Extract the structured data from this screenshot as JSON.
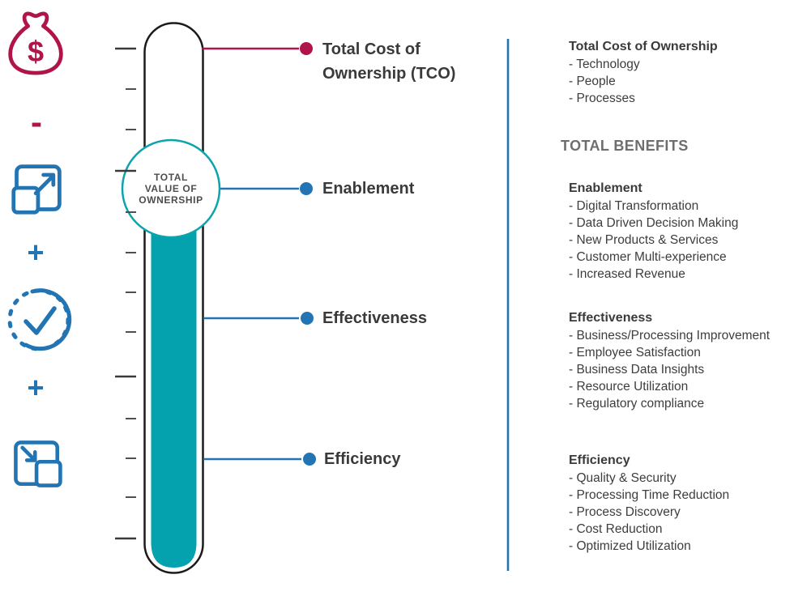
{
  "left_icons": {
    "dollar": "$",
    "minus": "-",
    "plus": "+"
  },
  "thermometer": {
    "circle_lines": [
      "TOTAL",
      "VALUE OF",
      "OWNERSHIP"
    ]
  },
  "scale_labels": [
    {
      "label": "Total Cost of Ownership (TCO)"
    },
    {
      "label": "Enablement"
    },
    {
      "label": "Effectiveness"
    },
    {
      "label": "Efficiency"
    }
  ],
  "right_panel": {
    "cost_section": {
      "title": "Total Cost of Ownership",
      "items": [
        "- Technology",
        "- People",
        "- Processes"
      ]
    },
    "benefits_heading": "TOTAL BENEFITS",
    "sections": [
      {
        "title": "Enablement",
        "items": [
          "- Digital Transformation",
          "- Data Driven Decision Making",
          "- New Products & Services",
          "- Customer Multi-experience",
          "- Increased Revenue"
        ]
      },
      {
        "title": "Effectiveness",
        "items": [
          "- Business/Processing Improvement",
          "- Employee Satisfaction",
          "- Business Data Insights",
          "- Resource Utilization",
          "- Regulatory compliance"
        ]
      },
      {
        "title": "Efficiency",
        "items": [
          "- Quality & Security",
          "- Processing Time Reduction",
          "- Process Discovery",
          "- Cost Reduction",
          "- Optimized Utilization"
        ]
      }
    ]
  },
  "colors": {
    "crimson": "#b1134b",
    "blue": "#2274b3",
    "teal": "#04a2af",
    "tube_outline": "#1b1b1b",
    "dark_text": "#3a3a3a",
    "gray_heading": "#6e6e6e"
  }
}
